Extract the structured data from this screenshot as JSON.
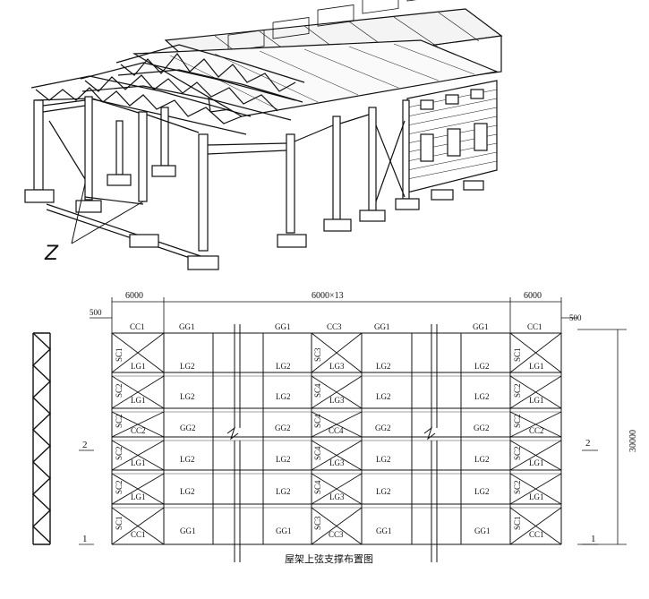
{
  "plan": {
    "dim_top_left": "6000",
    "dim_top_mid": "6000×13",
    "dim_top_right": "6000",
    "offset_left": "500",
    "offset_right": "500",
    "dim_height": "30000",
    "axis_top_left": "2",
    "axis_bottom_left": "1",
    "axis_top_right": "2",
    "axis_bottom_right": "1",
    "caption": "屋架上弦支撑布置图",
    "top_labels": [
      "CC1",
      "GG1",
      "GG1",
      "CC3",
      "GG1",
      "GG1",
      "CC1"
    ],
    "rows": [
      {
        "c1": "LG1",
        "c2": "LG2",
        "c3": "LG2",
        "c4": "LG3",
        "c5": "LG2",
        "c6": "LG2",
        "c7": "LG1"
      },
      {
        "c1": "LG1",
        "c2": "LG2",
        "c3": "LG2",
        "c4": "LG3",
        "c5": "LG2",
        "c6": "LG2",
        "c7": "LG1"
      },
      {
        "c1": "CC2",
        "c2": "GG2",
        "c3": "GG2",
        "c4": "CC4",
        "c5": "GG2",
        "c6": "GG2",
        "c7": "CC2"
      },
      {
        "c1": "LG1",
        "c2": "LG2",
        "c3": "LG2",
        "c4": "LG3",
        "c5": "LG2",
        "c6": "LG2",
        "c7": "LG1"
      },
      {
        "c1": "LG1",
        "c2": "LG2",
        "c3": "LG2",
        "c4": "LG3",
        "c5": "LG2",
        "c6": "LG2",
        "c7": "LG1"
      },
      {
        "c1": "CC1",
        "c2": "GG1",
        "c3": "GG1",
        "c4": "CC3",
        "c5": "GG1",
        "c6": "GG1",
        "c7": "CC1"
      }
    ],
    "left_side_labels": [
      "SC1",
      "SC2",
      "SC2",
      "SC2",
      "SC2",
      "SC1"
    ],
    "mid_side_labels": [
      "SC3",
      "SC4",
      "SC4",
      "SC4",
      "SC4",
      "SC3"
    ],
    "right_side_labels": [
      "SC1",
      "SC2",
      "SC2",
      "SC2",
      "SC2",
      "SC1"
    ]
  },
  "sketch": {
    "handwritten_mark": "Z"
  }
}
